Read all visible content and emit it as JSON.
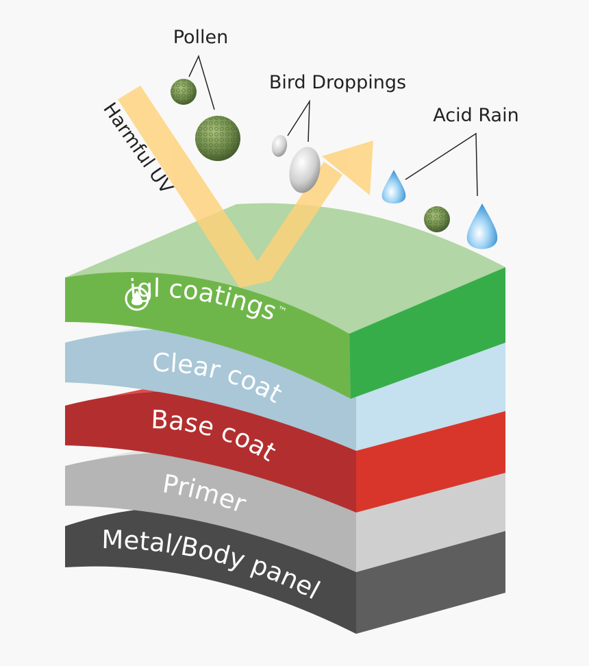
{
  "hazards": {
    "pollen": "Pollen",
    "bird_droppings": "Bird Droppings",
    "acid_rain": "Acid Rain",
    "uv": "Harmful UV"
  },
  "layers": [
    {
      "id": "igl",
      "label": "igl coatings",
      "trademark": "™",
      "color": "#3fae49"
    },
    {
      "id": "clear",
      "label": "Clear coat",
      "color": "#c7dbe6"
    },
    {
      "id": "base",
      "label": "Base coat",
      "color": "#d8352c"
    },
    {
      "id": "primer",
      "label": "Primer",
      "color": "#c9c9c9"
    },
    {
      "id": "metal",
      "label": "Metal/Body panel",
      "color": "#555555"
    }
  ],
  "colors": {
    "uv_beam": "#ffd27a",
    "pollen": "#6d8a4a",
    "droplet": "#4aa3df",
    "dropping": "#c8c8c8"
  }
}
